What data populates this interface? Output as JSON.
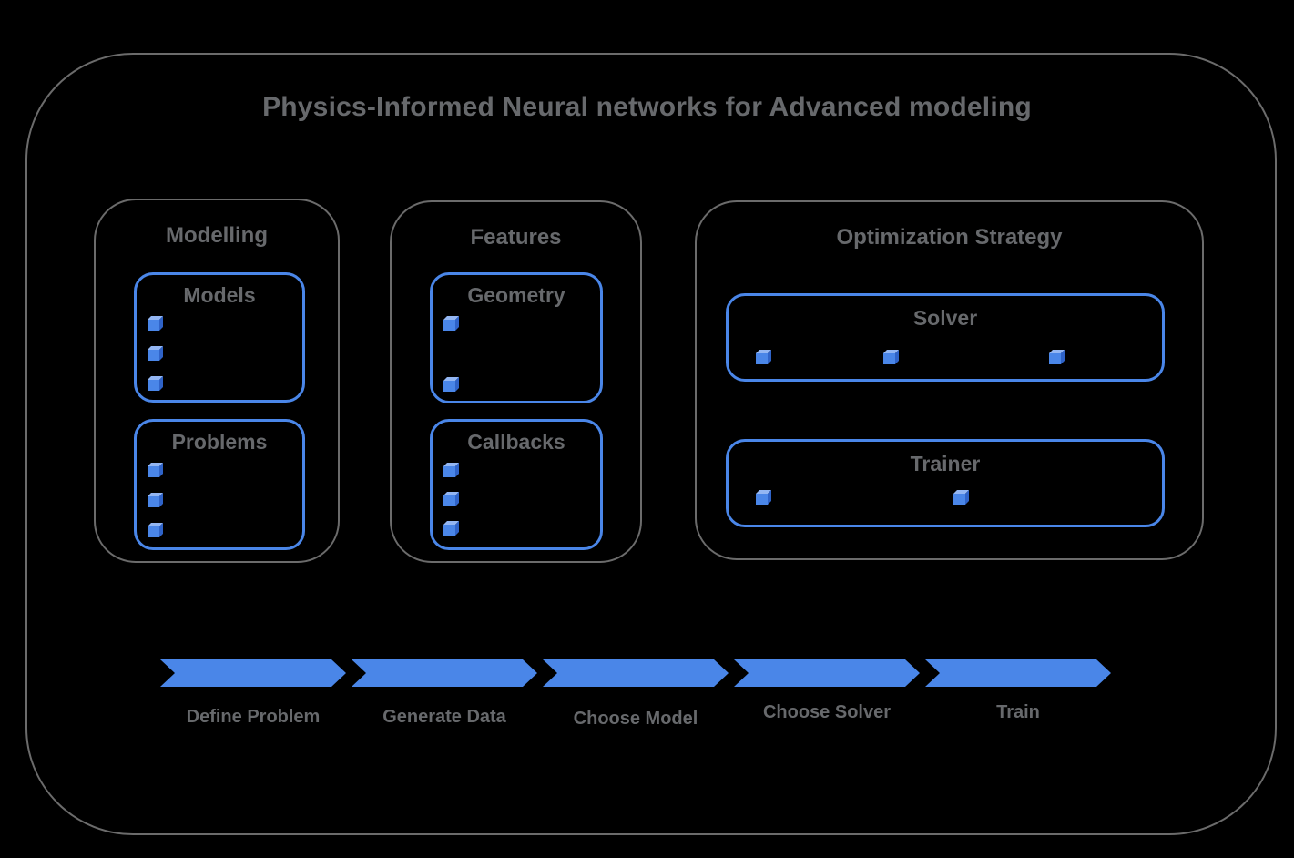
{
  "title": "Physics-Informed Neural networks for Advanced modeling",
  "colors": {
    "background": "#000000",
    "blue": "#4a86e8",
    "cube_top": "#93b6f3",
    "cube_side": "#2f63c8",
    "gray_text": "#67696c",
    "gray_border": "#6b6b6b"
  },
  "sections": [
    {
      "label": "Modelling",
      "groups": [
        {
          "label": "Models",
          "items": 3
        },
        {
          "label": "Problems",
          "items": 3
        }
      ]
    },
    {
      "label": "Features",
      "groups": [
        {
          "label": "Geometry",
          "items": 2
        },
        {
          "label": "Callbacks",
          "items": 3
        }
      ]
    },
    {
      "label": "Optimization Strategy",
      "groups": [
        {
          "label": "Solver",
          "items": 3
        },
        {
          "label": "Trainer",
          "items": 2
        }
      ]
    }
  ],
  "flow_steps": [
    "Define Problem",
    "Generate Data",
    "Choose Model",
    "Choose Solver",
    "Train"
  ]
}
